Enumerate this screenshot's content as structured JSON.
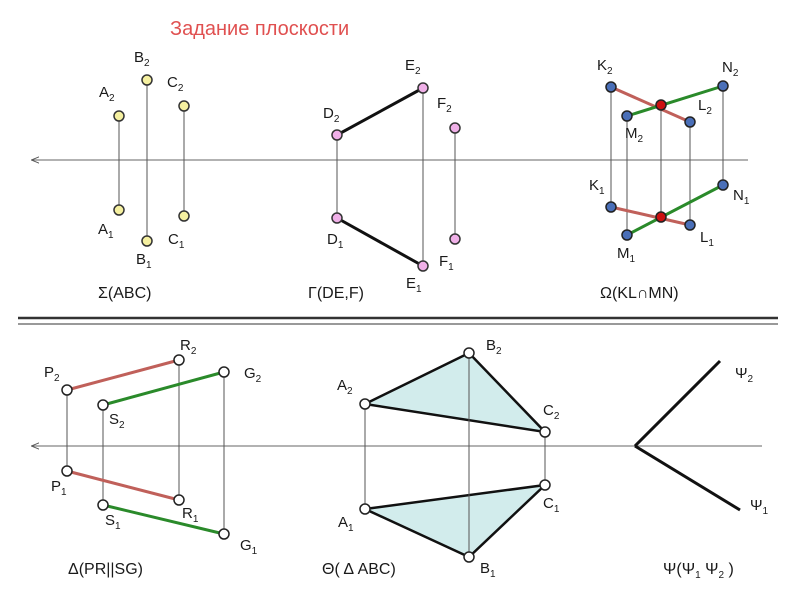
{
  "title": "Задание плоскости",
  "colors": {
    "title": "#e05050",
    "link_thin": "#555555",
    "red_line": "#c0605a",
    "green_line": "#2a8a2a",
    "fill_triangle": "#d2ecec",
    "point_yellow": "#f5f0a0",
    "point_pink": "#f0b0e8",
    "point_blue": "#4a6fb8",
    "point_red": "#cc1111"
  },
  "captions": {
    "sigma": "Σ(ABC)",
    "gamma": "Γ(DE,F)",
    "omega": "Ω(KL∩MN)",
    "delta": "Δ(PR||SG)",
    "theta": "Θ( Δ ABC)",
    "psi": "Ψ(Ψ",
    "psi_sub1": "1",
    "psi_mid": " Ψ",
    "psi_sub2": "2",
    "psi_end": " )"
  },
  "labels": {
    "A2": {
      "base": "A",
      "sub": "2"
    },
    "B2": {
      "base": "B",
      "sub": "2"
    },
    "C2": {
      "base": "C",
      "sub": "2"
    },
    "A1": {
      "base": "A",
      "sub": "1"
    },
    "B1": {
      "base": "B",
      "sub": "1"
    },
    "C1": {
      "base": "C",
      "sub": "1"
    },
    "D2": {
      "base": "D",
      "sub": "2"
    },
    "E2": {
      "base": "E",
      "sub": "2"
    },
    "F2": {
      "base": "F",
      "sub": "2"
    },
    "D1": {
      "base": "D",
      "sub": "1"
    },
    "E1": {
      "base": "E",
      "sub": "1"
    },
    "F1": {
      "base": "F",
      "sub": "1"
    },
    "K2": {
      "base": "K",
      "sub": "2"
    },
    "N2": {
      "base": "N",
      "sub": "2"
    },
    "M2": {
      "base": "M",
      "sub": "2"
    },
    "L2": {
      "base": "L",
      "sub": "2"
    },
    "K1": {
      "base": "K",
      "sub": "1"
    },
    "N1": {
      "base": "N",
      "sub": "1"
    },
    "M1": {
      "base": "M",
      "sub": "1"
    },
    "L1": {
      "base": "L",
      "sub": "1"
    },
    "P2": {
      "base": "P",
      "sub": "2"
    },
    "R2": {
      "base": "R",
      "sub": "2"
    },
    "G2": {
      "base": "G",
      "sub": "2"
    },
    "S2": {
      "base": "S",
      "sub": "2"
    },
    "P1": {
      "base": "P",
      "sub": "1"
    },
    "R1": {
      "base": "R",
      "sub": "1"
    },
    "S1": {
      "base": "S",
      "sub": "1"
    },
    "G1": {
      "base": "G",
      "sub": "1"
    },
    "TA2": {
      "base": "A",
      "sub": "2"
    },
    "TB2": {
      "base": "B",
      "sub": "2"
    },
    "TC2": {
      "base": "C",
      "sub": "2"
    },
    "TA1": {
      "base": "A",
      "sub": "1"
    },
    "TB1": {
      "base": "B",
      "sub": "1"
    },
    "TC1": {
      "base": "C",
      "sub": "1"
    },
    "PSI2": {
      "base": "Ψ",
      "sub": "2"
    },
    "PSI1": {
      "base": "Ψ",
      "sub": "1"
    }
  }
}
